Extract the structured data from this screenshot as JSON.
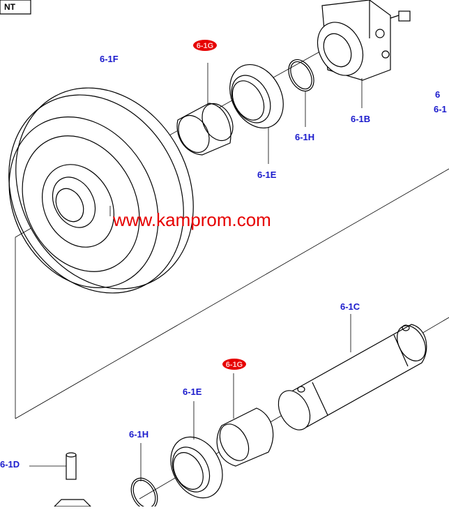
{
  "diagram": {
    "watermark": "www.kamprom.com",
    "corner_fragment": "NT",
    "colors": {
      "label": "#1a1acc",
      "highlight_bg": "#e60000",
      "highlight_text": "#ffd0d0",
      "watermark": "#e60000",
      "line": "#000000"
    },
    "labels": {
      "idler": "6-1F",
      "collar_top": "6-1G",
      "ring_top": "6-1E",
      "oring_top": "6-1H",
      "bracket": "6-1B",
      "edge_top": "6",
      "edge_bottom": "6-1",
      "shaft": "6-1C",
      "collar_bottom": "6-1G",
      "ring_bottom": "6-1E",
      "oring_bottom": "6-1H",
      "pin": "6-1D"
    }
  }
}
